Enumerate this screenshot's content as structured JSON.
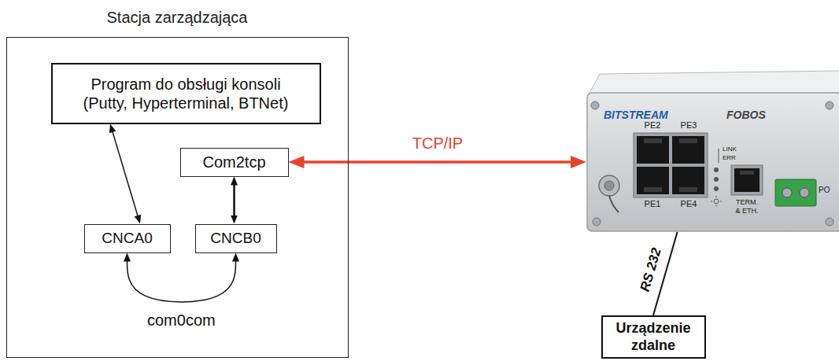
{
  "diagram": {
    "nodes": [
      {
        "text": [
          "Stacja zarządzająca"
        ]
      },
      {
        "text": [
          "Program do obsługi konsoli (Putty, Hyperterminal, BTNet)"
        ],
        "in": 0
      },
      {
        "text": [
          "Com2tcp"
        ],
        "in": 0
      },
      {
        "text": [
          "CNCA0"
        ],
        "in": 0
      },
      {
        "text": [
          "CNCB0"
        ],
        "in": 0
      },
      {
        "text": [
          "BITSTREAM",
          "FOBOS"
        ]
      },
      {
        "text": [
          "Urządzenie zdalne"
        ]
      }
    ],
    "edges": [
      {
        "from": 1,
        "to": 3,
        "arrow": "both"
      },
      {
        "from": 2,
        "to": 4,
        "arrow": "both"
      },
      {
        "from": 3,
        "to": 4,
        "arrow": "both",
        "label": "com0com"
      },
      {
        "from": 2,
        "to": 5,
        "arrow": "both",
        "label": "TCP/IP"
      },
      {
        "from": 5,
        "to": 6,
        "arrow": "none",
        "label": "RS 232"
      }
    ],
    "labels": [
      "PE2",
      "PE3",
      "PE1",
      "PE4",
      "LINK",
      "ERR",
      "TERM. & ETH.",
      "PO"
    ]
  }
}
